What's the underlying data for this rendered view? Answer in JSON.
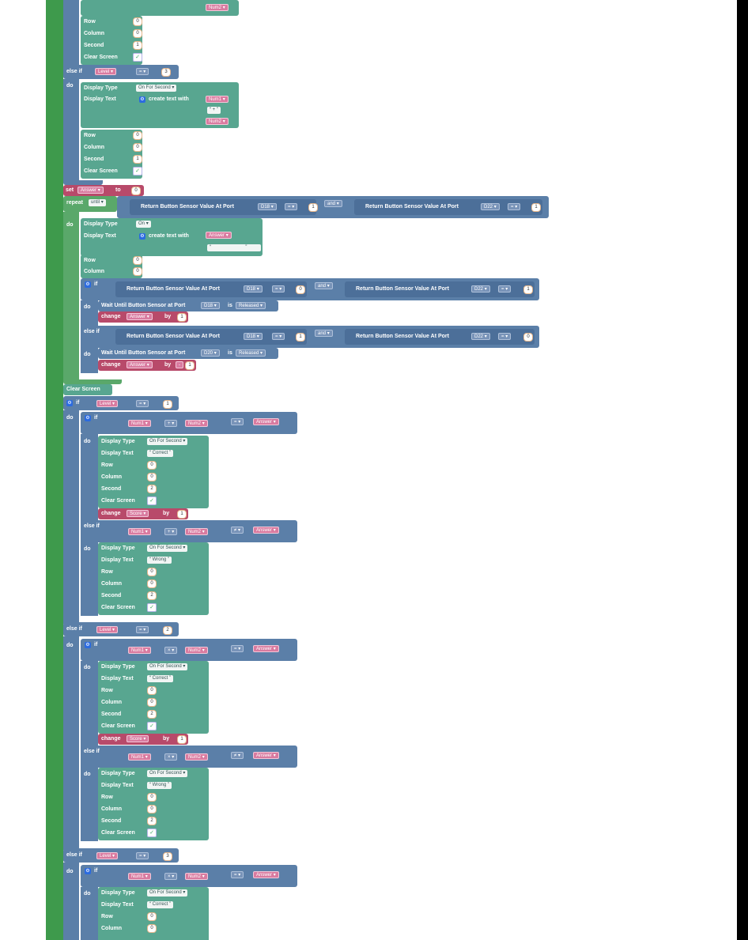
{
  "labels": {
    "row": "Row",
    "column": "Column",
    "second": "Second",
    "clear_screen": "Clear Screen",
    "else_if": "else if",
    "if": "if",
    "do": "do",
    "display_type": "Display Type",
    "display_text": "Display Text",
    "create_text_with": "create text with",
    "set": "set",
    "to": "to",
    "repeat": "repeat",
    "until": "until",
    "and": "and",
    "return_button": "Return Button Sensor Value At Port",
    "wait_until": "Wait Until Button Sensor at Port",
    "is": "is",
    "change": "change",
    "by": "by",
    "clear_screen_block": "Clear Screen"
  },
  "values": {
    "zero": "0",
    "one": "1",
    "two": "2",
    "three": "3",
    "check": "✓",
    "on": "On",
    "on_for_second": "On For Second",
    "correct": "Correct",
    "wrong": "Wrong",
    "times": "×",
    "plus": "+",
    "eq": "=",
    "neq": "≠",
    "quote_open": "“",
    "quote_close": "”"
  },
  "variables": {
    "num1": "Num1",
    "num2": "Num2",
    "answer": "Answer",
    "level": "Level",
    "score": "Score"
  },
  "ports": {
    "d18": "D18",
    "d22": "D22",
    "d20": "D20"
  },
  "states": {
    "released": "Released"
  },
  "icons": {
    "gear": "⚙",
    "dropdown": "▾"
  },
  "colors": {
    "loop_green": "#5aa86a",
    "display_teal": "#58a690",
    "logic_blue": "#5b7fa8",
    "variable_pink": "#b84a6a"
  }
}
